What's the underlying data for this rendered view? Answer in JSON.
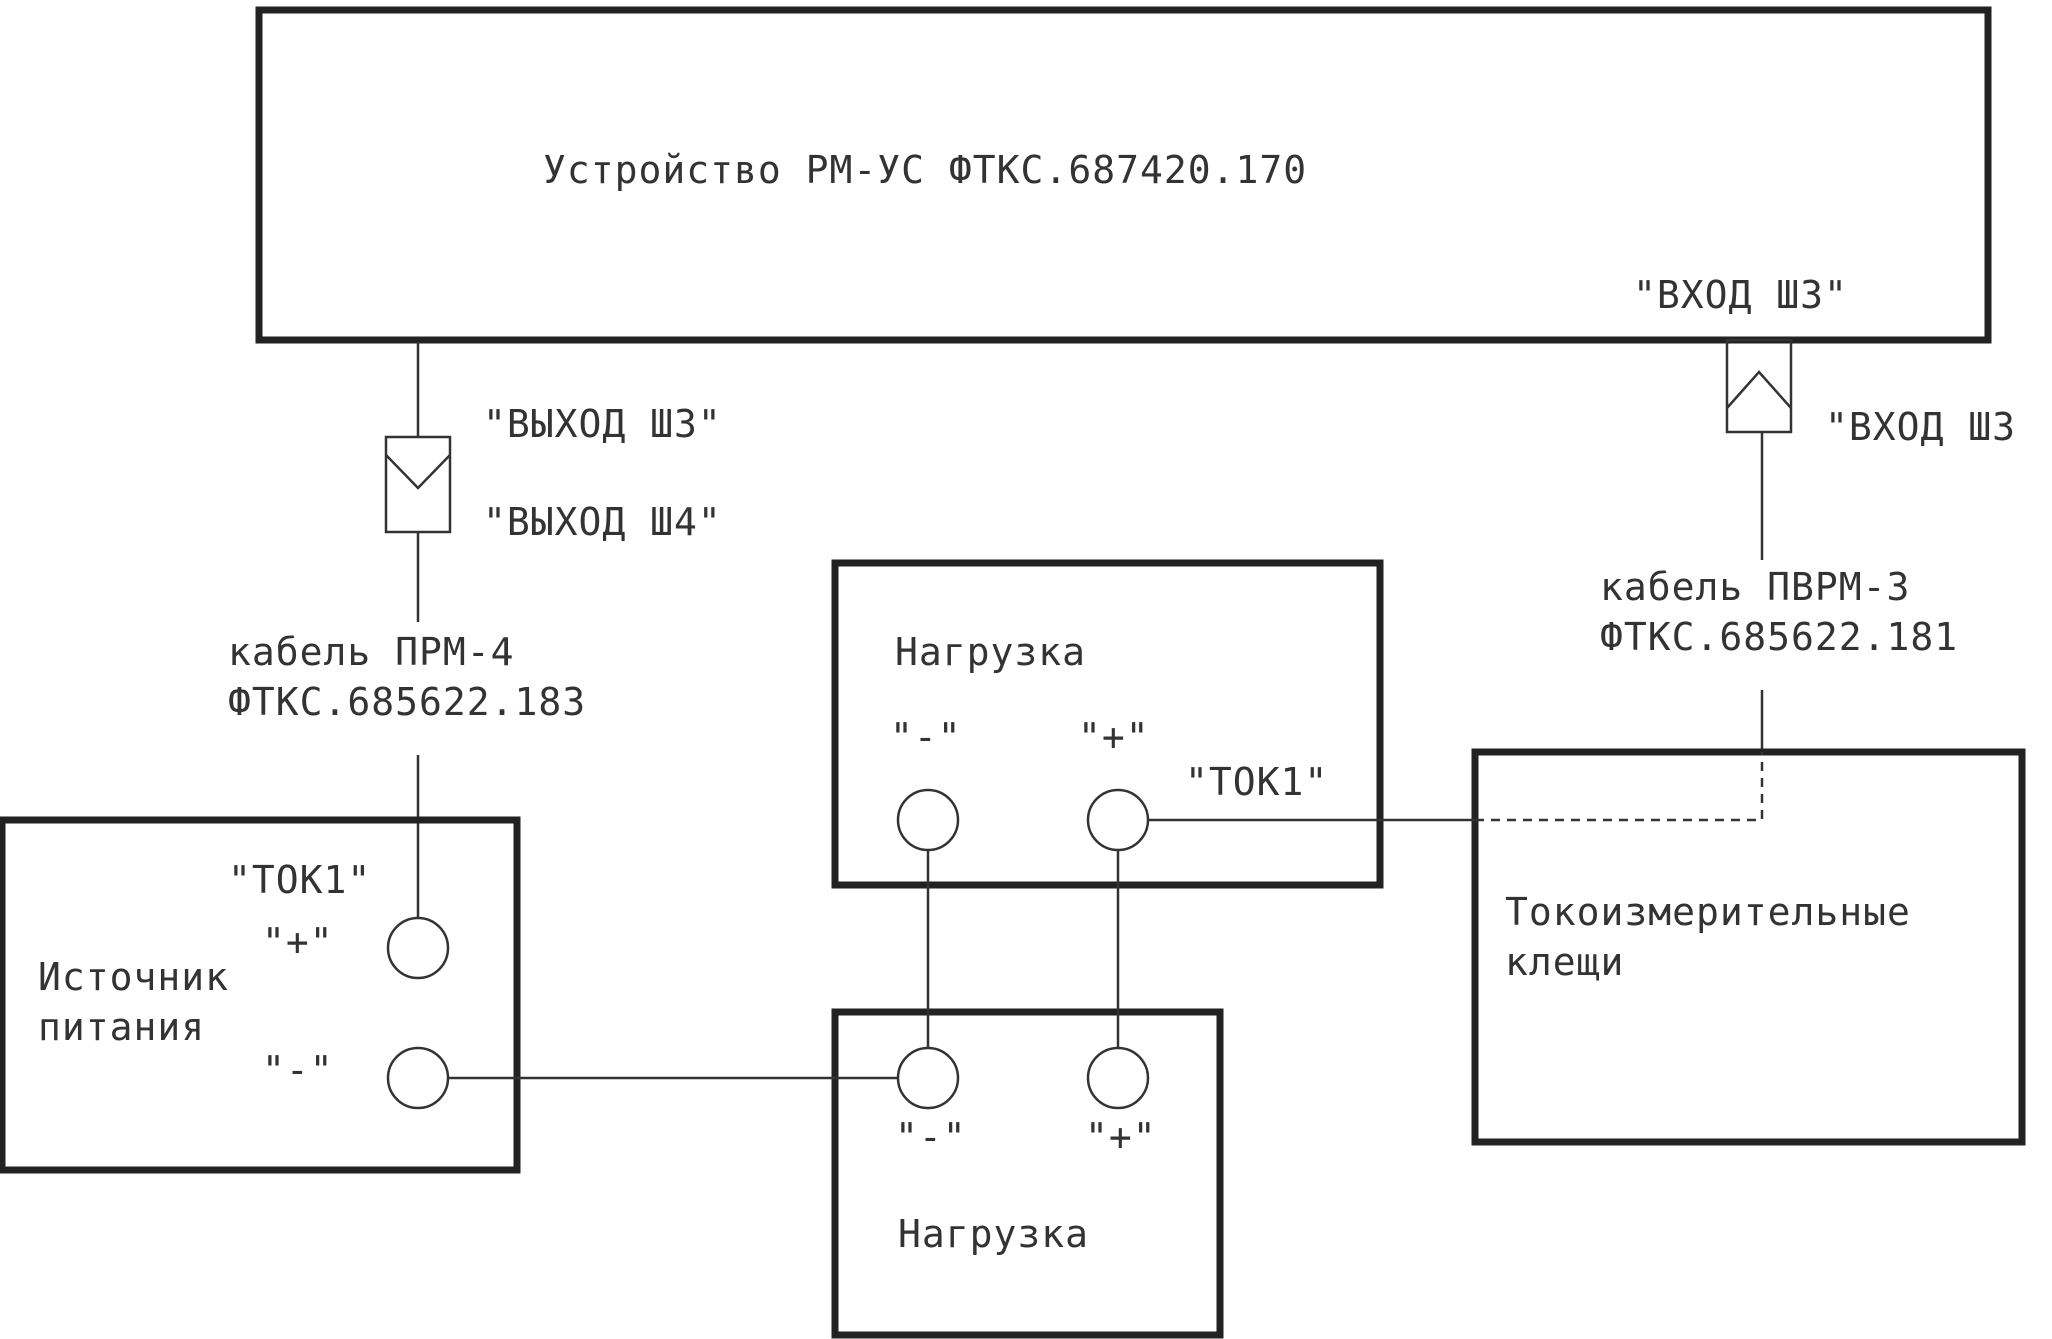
{
  "device": {
    "title": "Устройство РМ-УС ФТКС.687420.170",
    "input_connector_label": "\"ВХОД Ш3\""
  },
  "left_connector": {
    "upper_label": "\"ВЫХОД Ш3\"",
    "lower_label": "\"ВЫХОД Ш4\""
  },
  "right_connector": {
    "side_label": "\"ВХОД Ш3"
  },
  "cable_left": {
    "line1": "кабель ПРМ-4",
    "line2": "ФТКС.685622.183"
  },
  "cable_right": {
    "line1": "кабель ПВРМ-3",
    "line2": "ФТКС.685622.181"
  },
  "power_source": {
    "line1": "Источник",
    "line2": "питания",
    "tok_label": "\"ТОК1\"",
    "plus_label": "\"+\"",
    "minus_label": "\"-\""
  },
  "load_top": {
    "title": "Нагрузка",
    "minus_label": "\"-\"",
    "plus_label": "\"+\"",
    "tok_label": "\"ТОК1\""
  },
  "load_bottom": {
    "title": "Нагрузка",
    "minus_label": "\"-\"",
    "plus_label": "\"+\""
  },
  "clamp": {
    "line1": "Токоизмерительные",
    "line2": "клещи"
  }
}
